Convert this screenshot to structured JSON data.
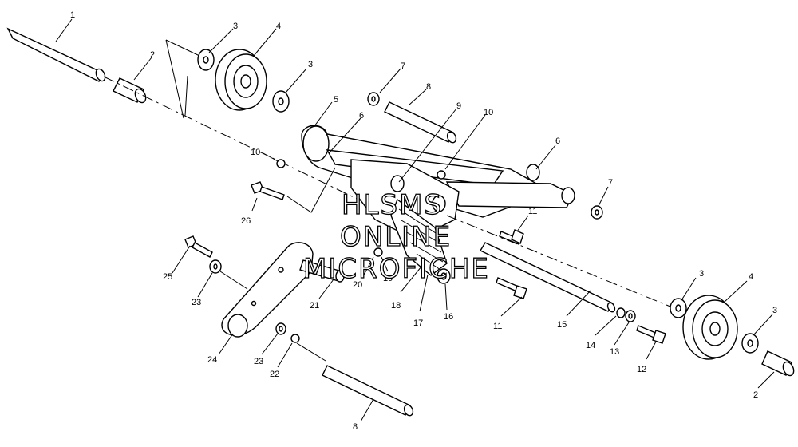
{
  "callouts": [
    "1",
    "2",
    "3",
    "4",
    "3",
    "7",
    "8",
    "5",
    "6",
    "9",
    "10",
    "10",
    "6",
    "7",
    "11",
    "26",
    "25",
    "23",
    "24",
    "23",
    "22",
    "21",
    "20",
    "19",
    "18",
    "17",
    "16",
    "11",
    "15",
    "14",
    "13",
    "12",
    "3",
    "4",
    "3",
    "2",
    "8"
  ],
  "watermark": [
    "HLSMS",
    "ONLINE",
    "MICROFICHE"
  ]
}
